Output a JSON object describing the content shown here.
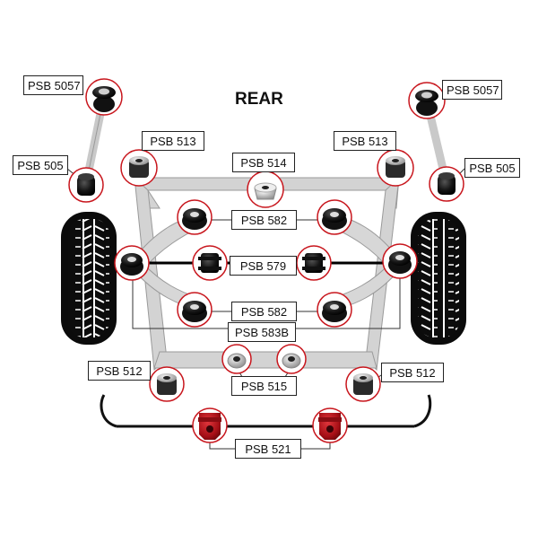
{
  "title": "REAR",
  "labels": {
    "psb5057_left": "PSB 5057",
    "psb5057_right": "PSB 5057",
    "psb505_left": "PSB 505",
    "psb505_right": "PSB 505",
    "psb513_left": "PSB 513",
    "psb513_right": "PSB 513",
    "psb514": "PSB 514",
    "psb582_top": "PSB 582",
    "psb579": "PSB 579",
    "psb582_bottom": "PSB 582",
    "psb583b": "PSB 583B",
    "psb515": "PSB 515",
    "psb512_left": "PSB 512",
    "psb512_right": "PSB 512",
    "psb521": "PSB 521"
  },
  "colors": {
    "bushing_red": "#b0121b",
    "bushing_black": "#111111",
    "frame_grey": "#cfcfcf",
    "circle_outline": "#c8161d"
  }
}
